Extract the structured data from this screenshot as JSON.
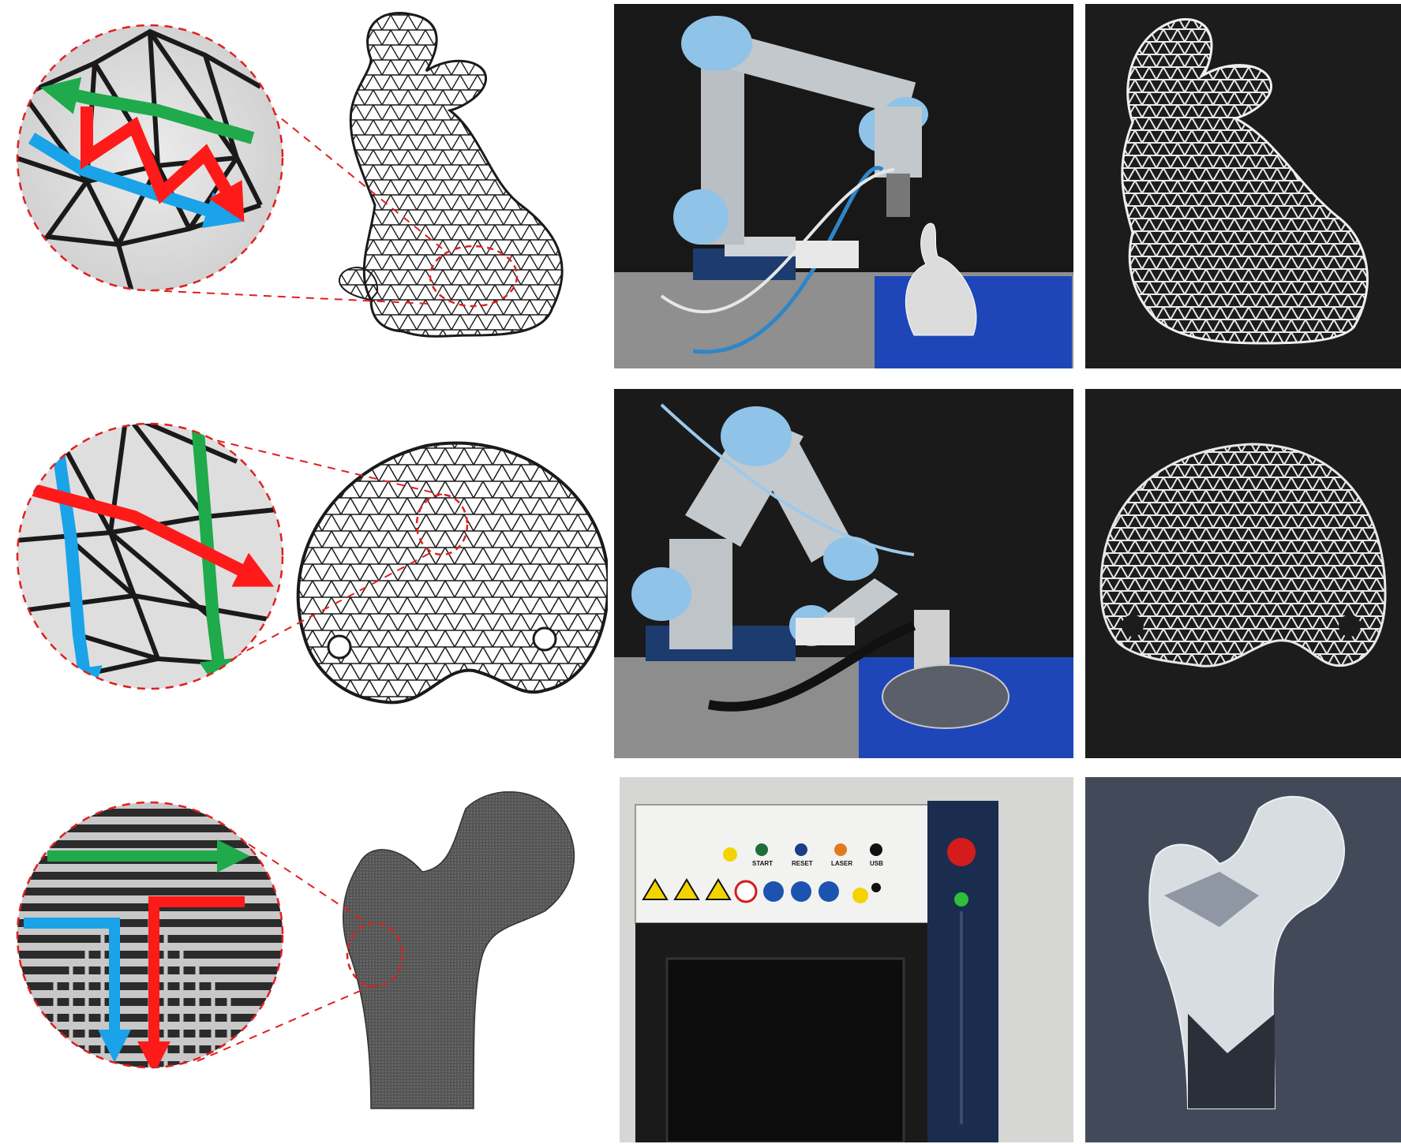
{
  "figure": {
    "rows": [
      {
        "name": "bunny-row",
        "panels": [
          "zoom-path-diagram",
          "toolpath-render",
          "robot-printing-photo",
          "printed-result-photo"
        ]
      },
      {
        "name": "plate-row",
        "panels": [
          "zoom-path-diagram",
          "toolpath-render",
          "robot-printing-photo",
          "printed-result-photo"
        ]
      },
      {
        "name": "femur-row",
        "panels": [
          "zoom-path-diagram",
          "toolpath-render",
          "machine-photo",
          "engraved-result-photo"
        ]
      }
    ],
    "arrow_colors": {
      "green": "#1faa4b",
      "red": "#ff1a1a",
      "blue": "#1aa3e8"
    },
    "outline_color": "#e02020"
  },
  "machine_panel": {
    "buttons": [
      {
        "label": "START",
        "color": "#1e6e3a"
      },
      {
        "label": "RESET",
        "color": "#1c3b8a"
      },
      {
        "label": "LASER",
        "color": "#e07a1c"
      },
      {
        "label": "USB",
        "color": "#111111"
      }
    ],
    "emergency_stop_color": "#d41c1c",
    "indicator_color": "#2fbf3a"
  }
}
